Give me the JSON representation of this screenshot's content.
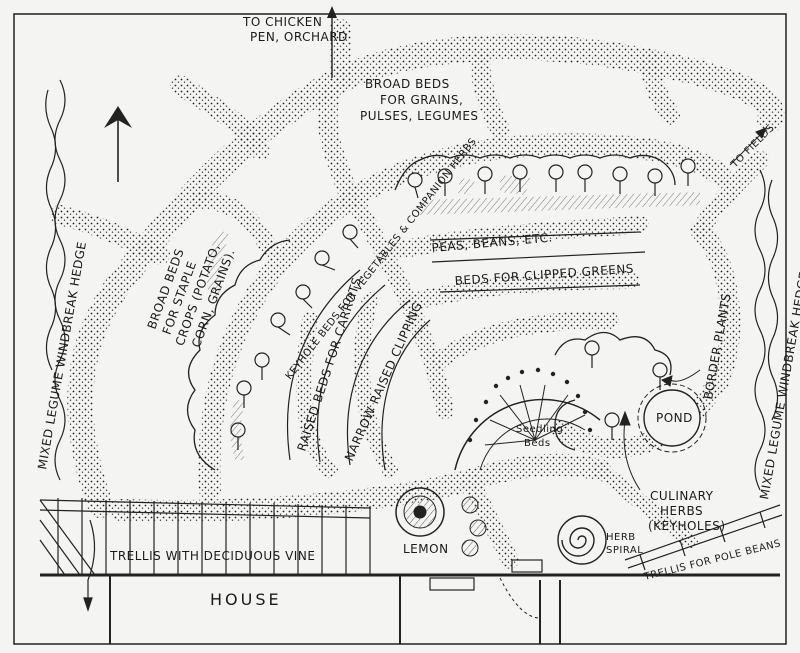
{
  "labels": {
    "to_chicken_pen": "TO CHICKEN",
    "to_chicken_pen_2": "PEN, ORCHARD",
    "broad_beds_top_1": "BROAD BEDS",
    "broad_beds_top_2": "FOR GRAINS,",
    "broad_beds_top_3": "PULSES, LEGUMES",
    "broad_beds_left_1": "BROAD BEDS",
    "broad_beds_left_2": "FOR STAPLE",
    "broad_beds_left_3": "CROPS (POTATO,",
    "broad_beds_left_4": "CORN, GRAINS).",
    "keyhole_beds": "KEYHOLE BEDS FOR VEGETABLES & COMPANION HERBS",
    "peas_beans": "PEAS, BEANS, ETC.",
    "clipped_greens": "BEDS FOR CLIPPED GREENS",
    "raised_beds_carrots": "RAISED BEDS FOR CARROTS,",
    "narrow_raised": "NARROW RAISED CLIPPING",
    "seedling_beds_1": "Seedling",
    "seedling_beds_2": "Beds",
    "pond": "POND",
    "border_plants": "BORDER PLANTS",
    "culinary_1": "CULINARY",
    "culinary_2": "HERBS",
    "culinary_3": "(KEYHOLES)",
    "herb_spiral_1": "HERB",
    "herb_spiral_2": "SPIRAL",
    "trellis_pole": "TRELLIS FOR POLE BEANS",
    "trellis_vine": "TRELLIS WITH DECIDUOUS VINE",
    "lemon": "LEMON",
    "house": "HOUSE",
    "to_fields": "TO FIELDS",
    "left_hedge": "MIXED LEGUME WINDBREAK HEDGE",
    "right_hedge": "MIXED LEGUME WINDBREAK HEDGE"
  }
}
